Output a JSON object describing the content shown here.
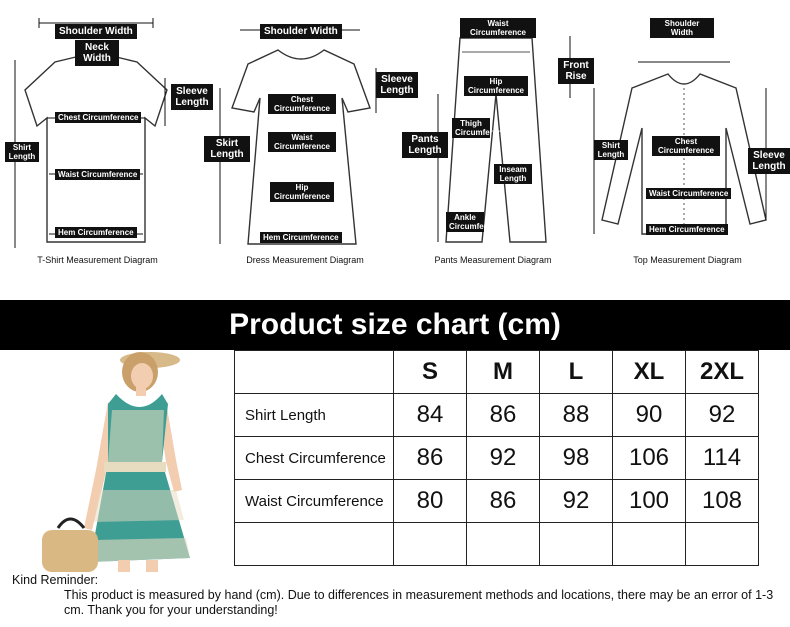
{
  "diagrams": [
    {
      "caption": "T-Shirt Measurement Diagram",
      "labels": {
        "shoulder": "Shoulder Width",
        "neck": "Neck Width",
        "sleeve": "Sleeve Length",
        "chest": "Chest Circumference",
        "shirt": "Shirt Length",
        "waist": "Waist Circumference",
        "hem": "Hem Circumference"
      }
    },
    {
      "caption": "Dress Measurement Diagram",
      "labels": {
        "shoulder": "Shoulder Width",
        "sleeve": "Sleeve Length",
        "chest": "Chest Circumference",
        "skirt": "Skirt Length",
        "waist": "Waist Circumference",
        "hip": "Hip Circumference",
        "hem": "Hem Circumference"
      }
    },
    {
      "caption": "Pants Measurement Diagram",
      "labels": {
        "waist": "Waist Circumference",
        "front": "Front Rise",
        "hip": "Hip Circumference",
        "pants": "Pants Length",
        "thigh": "Thigh Circumference",
        "inseam": "Inseam Length",
        "ankle": "Ankle Circumference"
      }
    },
    {
      "caption": "Top Measurement Diagram",
      "labels": {
        "shoulder": "Shoulder Width",
        "chest": "Chest Circumference",
        "shirt": "Shirt Length",
        "sleeve": "Sleeve Length",
        "waist": "Waist Circumference",
        "hem": "Hem Circumference"
      }
    }
  ],
  "title": "Product size chart  (cm)",
  "table": {
    "headers": [
      "S",
      "M",
      "L",
      "XL",
      "2XL"
    ],
    "rows": [
      {
        "label": "Shirt Length",
        "values": [
          "84",
          "86",
          "88",
          "90",
          "92"
        ]
      },
      {
        "label": "Chest Circumference",
        "values": [
          "86",
          "92",
          "98",
          "106",
          "114"
        ]
      },
      {
        "label": "Waist Circumference",
        "values": [
          "80",
          "86",
          "92",
          "100",
          "108"
        ]
      }
    ]
  },
  "reminder": {
    "title": "Kind Reminder:",
    "text": "This product is measured by hand (cm). Due to differences in measurement methods and locations, there may be an error of 1-3 cm. Thank you for your understanding!"
  },
  "colors": {
    "banner": "#000000",
    "dress_teal": "#3e9e94",
    "dress_pattern": "#e7dcc0"
  }
}
